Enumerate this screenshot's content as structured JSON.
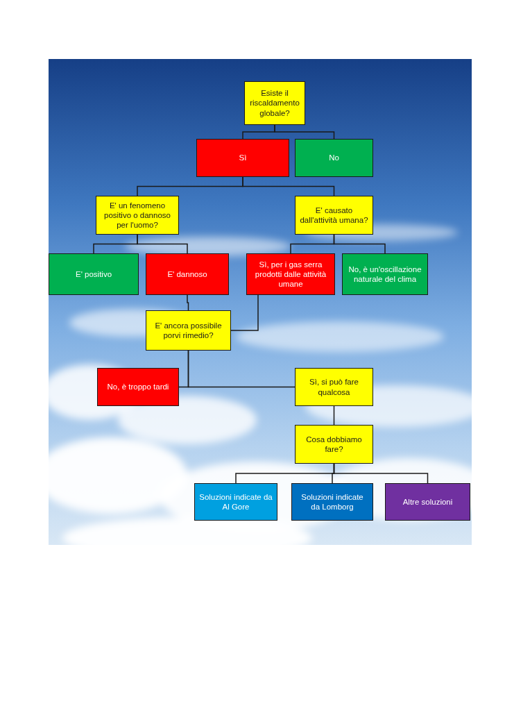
{
  "diagram": {
    "nodes": [
      {
        "text": [
          "Esiste il riscaldamento globale?"
        ]
      },
      {
        "text": [
          "Sì"
        ]
      },
      {
        "text": [
          "No"
        ]
      },
      {
        "text": [
          "E' un fenomeno positivo o dannoso per l'uomo?"
        ]
      },
      {
        "text": [
          "E' causato dall'attività umana?"
        ]
      },
      {
        "text": [
          "E' positivo"
        ]
      },
      {
        "text": [
          "E' dannoso"
        ]
      },
      {
        "text": [
          "Sì, per i gas serra prodotti dalle attività umane"
        ]
      },
      {
        "text": [
          "No, è un'oscillazione naturale del clima"
        ]
      },
      {
        "text": [
          "E' ancora possibile porvi rimedio?"
        ]
      },
      {
        "text": [
          "No, è troppo tardi"
        ]
      },
      {
        "text": [
          "Sì, si può fare qualcosa"
        ]
      },
      {
        "text": [
          "Cosa dobbiamo fare?"
        ]
      },
      {
        "text": [
          "Soluzioni indicate da Al Gore"
        ]
      },
      {
        "text": [
          "Soluzioni indicate da Lomborg"
        ]
      },
      {
        "text": [
          "Altre soluzioni"
        ]
      }
    ],
    "edges": [
      {
        "from": 0,
        "to": 1,
        "arrow": "none"
      },
      {
        "from": 0,
        "to": 2,
        "arrow": "none"
      },
      {
        "from": 1,
        "to": 3,
        "arrow": "none"
      },
      {
        "from": 1,
        "to": 4,
        "arrow": "none"
      },
      {
        "from": 3,
        "to": 5,
        "arrow": "none"
      },
      {
        "from": 3,
        "to": 6,
        "arrow": "none"
      },
      {
        "from": 4,
        "to": 7,
        "arrow": "none"
      },
      {
        "from": 4,
        "to": 8,
        "arrow": "none"
      },
      {
        "from": 6,
        "to": 9,
        "arrow": "none"
      },
      {
        "from": 7,
        "to": 9,
        "arrow": "none"
      },
      {
        "from": 9,
        "to": 10,
        "arrow": "none"
      },
      {
        "from": 9,
        "to": 11,
        "arrow": "none"
      },
      {
        "from": 11,
        "to": 12,
        "arrow": "none"
      },
      {
        "from": 12,
        "to": 13,
        "arrow": "none"
      },
      {
        "from": 12,
        "to": 14,
        "arrow": "none"
      },
      {
        "from": 12,
        "to": 15,
        "arrow": "none"
      }
    ]
  }
}
